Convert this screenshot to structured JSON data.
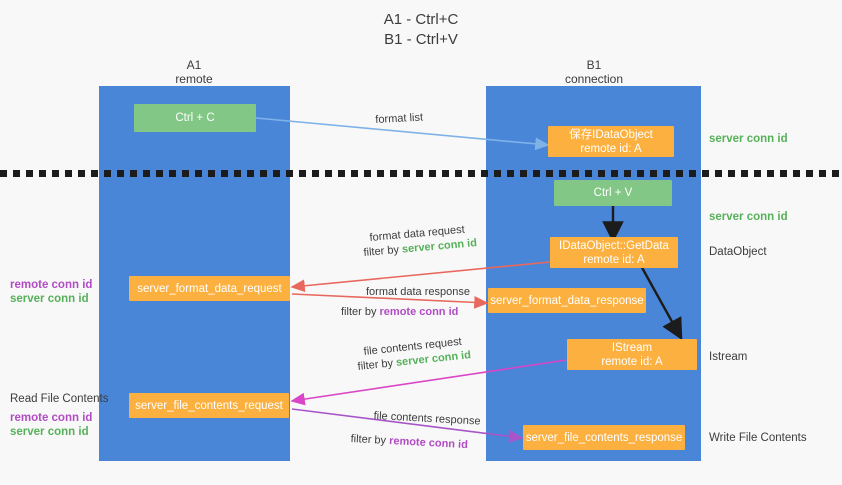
{
  "title": {
    "line1": "A1 - Ctrl+C",
    "line2": "B1 - Ctrl+V"
  },
  "columns": [
    {
      "name": "A1",
      "subtitle": "remote"
    },
    {
      "name": "B1",
      "subtitle": "connection"
    }
  ],
  "colors": {
    "lane": "#4a86d8",
    "node_orange": "#fbb040",
    "node_green": "#82c785",
    "tag_server": "#57b05a",
    "tag_remote": "#b14cc4",
    "arrow_blue": "#7fb3e8",
    "arrow_red": "#e8685d",
    "arrow_magenta": "#d946c7",
    "arrow_purple": "#a855c9",
    "arrow_black": "#1c1c1c",
    "dash_line": "#1c1c1c"
  },
  "nodes": {
    "ctrl_c": {
      "label": "Ctrl + C"
    },
    "save_idataobject": {
      "line1": "保存IDataObject",
      "line2": "remote id: A"
    },
    "ctrl_v": {
      "label": "Ctrl + V"
    },
    "getdata": {
      "line1": "IDataObject::GetData",
      "line2": "remote id: A"
    },
    "format_data_request": {
      "label": "server_format_data_request"
    },
    "format_data_response": {
      "label": "server_format_data_response"
    },
    "istream": {
      "line1": "IStream",
      "line2": "remote id: A"
    },
    "file_contents_request": {
      "label": "server_file_contents_request"
    },
    "file_contents_response": {
      "label": "server_file_contents_response"
    }
  },
  "right_labels": {
    "server_conn_id_top": "server conn id",
    "server_conn_id_mid": "server conn id",
    "dataobject": "DataObject",
    "istream": "Istream",
    "write_file_contents": "Write File Contents"
  },
  "left_labels": {
    "remote_conn_id_1": "remote conn id",
    "server_conn_id_1": "server conn id",
    "read_file_contents": "Read File Contents",
    "remote_conn_id_2": "remote conn id",
    "server_conn_id_2": "server conn id"
  },
  "edges": [
    {
      "id": "format-list",
      "label": "format list",
      "filter_prefix": "",
      "filter_tag": "",
      "tag_kind": ""
    },
    {
      "id": "format-data-request",
      "label": "format data request",
      "filter_prefix": "filter by ",
      "filter_tag": "server conn id",
      "tag_kind": "server"
    },
    {
      "id": "format-data-response",
      "label": "format data response",
      "filter_prefix": "filter by ",
      "filter_tag": "remote conn id",
      "tag_kind": "remote"
    },
    {
      "id": "file-contents-request",
      "label": "file contents request",
      "filter_prefix": "filter by ",
      "filter_tag": "server conn id",
      "tag_kind": "server"
    },
    {
      "id": "file-contents-response",
      "label": "file contents response",
      "filter_prefix": "filter by ",
      "filter_tag": "remote conn id",
      "tag_kind": "remote"
    }
  ]
}
